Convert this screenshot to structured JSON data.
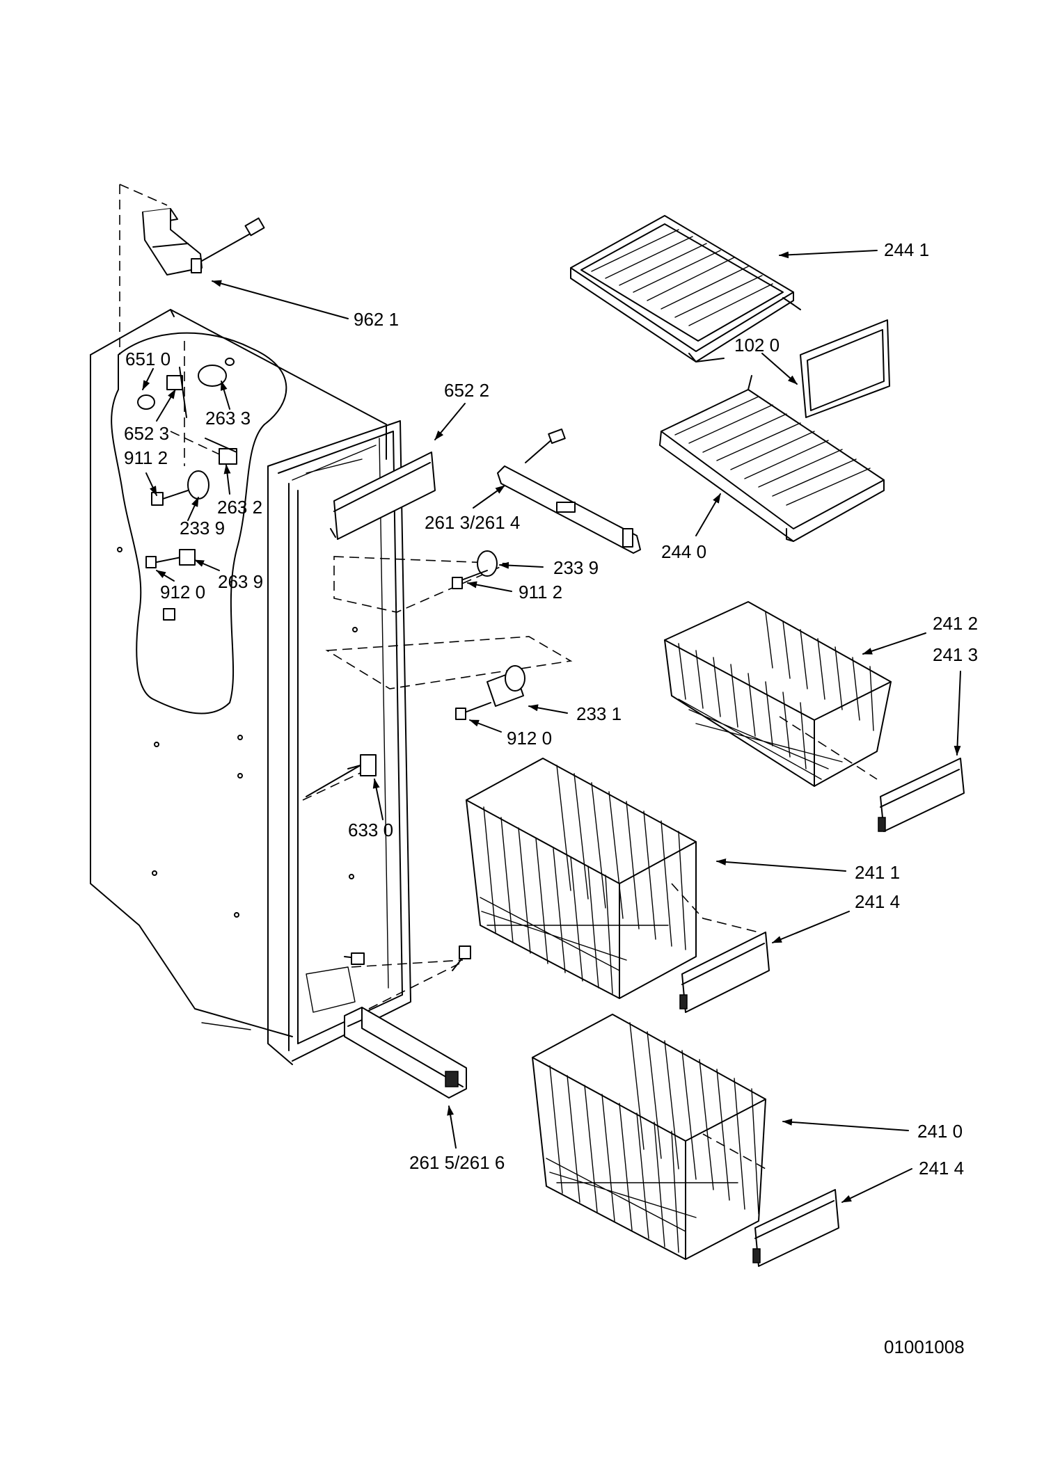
{
  "callouts": [
    {
      "id": "c-2441",
      "text": "244 1"
    },
    {
      "id": "c-9621",
      "text": "962 1"
    },
    {
      "id": "c-1020",
      "text": "102 0"
    },
    {
      "id": "c-6510",
      "text": "651 0"
    },
    {
      "id": "c-2633",
      "text": "263 3"
    },
    {
      "id": "c-6523",
      "text": "652 3"
    },
    {
      "id": "c-6522",
      "text": "652 2"
    },
    {
      "id": "c-9112a",
      "text": "911 2"
    },
    {
      "id": "c-2632",
      "text": "263 2"
    },
    {
      "id": "c-2339a",
      "text": "233 9"
    },
    {
      "id": "c-2613",
      "text": "261 3/261 4"
    },
    {
      "id": "c-2440",
      "text": "244 0"
    },
    {
      "id": "c-2639",
      "text": "263 9"
    },
    {
      "id": "c-9120a",
      "text": "912 0"
    },
    {
      "id": "c-2339b",
      "text": "233 9"
    },
    {
      "id": "c-9112b",
      "text": "911 2"
    },
    {
      "id": "c-2412",
      "text": "241 2"
    },
    {
      "id": "c-2413",
      "text": "241 3"
    },
    {
      "id": "c-2331",
      "text": "233 1"
    },
    {
      "id": "c-9120b",
      "text": "912 0"
    },
    {
      "id": "c-6330",
      "text": "633 0"
    },
    {
      "id": "c-2411",
      "text": "241 1"
    },
    {
      "id": "c-2414a",
      "text": "241 4"
    },
    {
      "id": "c-2615",
      "text": "261 5/261 6"
    },
    {
      "id": "c-2410",
      "text": "241 0"
    },
    {
      "id": "c-2414b",
      "text": "241 4"
    }
  ],
  "drawing_number": "01001008"
}
